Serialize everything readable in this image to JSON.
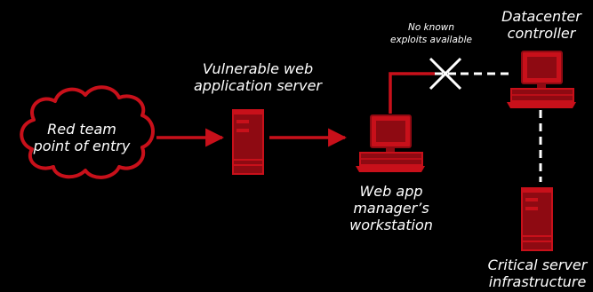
{
  "colors": {
    "background": "#000000",
    "accent": "#c8101a",
    "accent_dark": "#8e0a12",
    "text": "#ffffff",
    "link_blocked": "#ffffff"
  },
  "nodes": {
    "entry": {
      "icon": "cloud-icon",
      "lines": [
        "Red team",
        "point of entry"
      ]
    },
    "web_server": {
      "icon": "server-tower-icon",
      "lines": [
        "Vulnerable web",
        "application server"
      ]
    },
    "workstation": {
      "icon": "desktop-computer-icon",
      "lines": [
        "Web app",
        "manager’s",
        "workstation"
      ]
    },
    "datacenter": {
      "icon": "desktop-computer-icon",
      "lines": [
        "Datacenter",
        "controller"
      ]
    },
    "critical": {
      "icon": "server-tower-icon",
      "lines": [
        "Critical server",
        "infrastructure"
      ]
    }
  },
  "blocked": {
    "icon": "x-mark-icon",
    "lines": [
      "No known",
      "exploits available"
    ]
  },
  "connections": [
    {
      "from": "entry",
      "to": "web_server",
      "style": "solid-arrow"
    },
    {
      "from": "web_server",
      "to": "workstation",
      "style": "solid-arrow"
    },
    {
      "from": "workstation",
      "to": "datacenter",
      "style": "solid-blocked-then-dashed"
    },
    {
      "from": "datacenter",
      "to": "critical",
      "style": "dashed"
    }
  ]
}
